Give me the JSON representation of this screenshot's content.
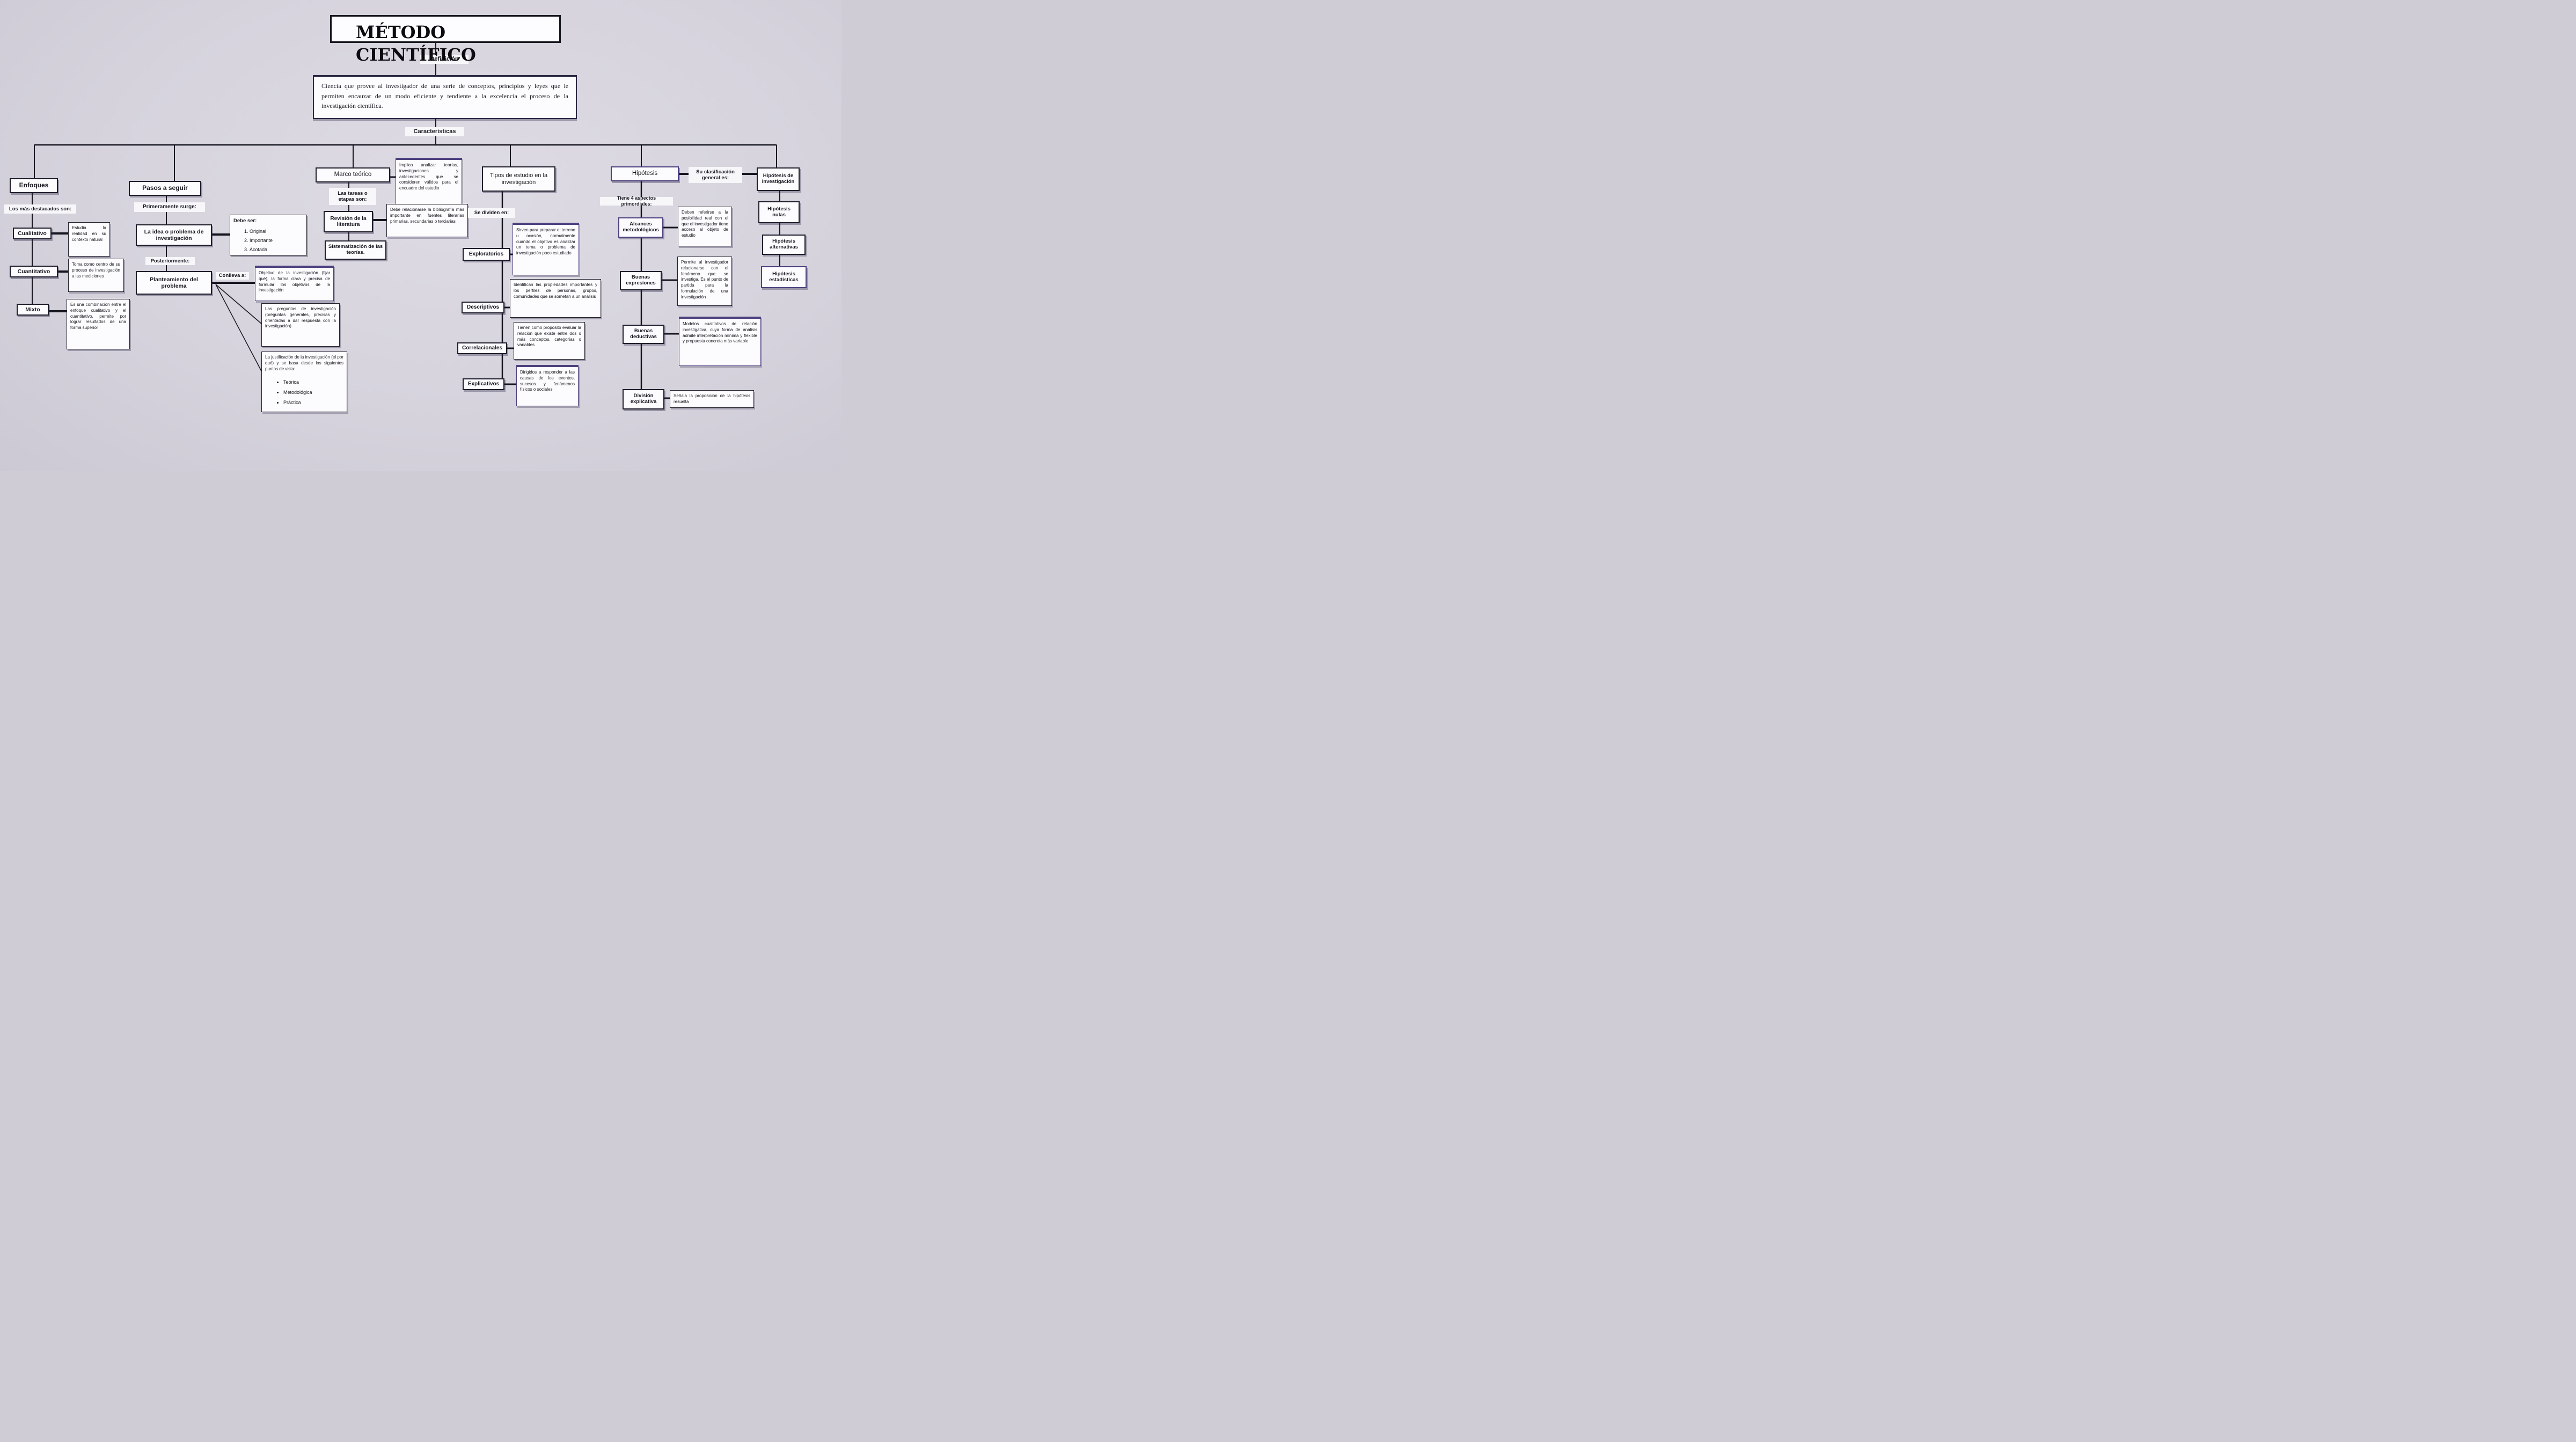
{
  "title": "MÉTODO CIENTÍFICO",
  "definicion": {
    "label": "Definición",
    "body": "Ciencia que provee al investigador de una serie de conceptos, principios y leyes que le permiten encauzar de un modo eficiente y tendiente a la excelencia el proceso de la investigación científica."
  },
  "caracteristicas_label": "Características",
  "enfoques": {
    "title": "Enfoques",
    "intro_label": "Los más destacados son:",
    "items": [
      {
        "label": "Cualitativo",
        "desc": "Estudia la realidad en su contexto natural"
      },
      {
        "label": "Cuantitativo",
        "desc": "Toma como centro de su proceso de investigación a las mediciones"
      },
      {
        "label": "Mixto",
        "desc": "Es una combinación entre el enfoque cualitativo y el cuantitativo, permite por lograr resultados de una forma superior"
      }
    ]
  },
  "pasos": {
    "title": "Pasos a seguir",
    "first_label": "Primeramente surge:",
    "idea_box": "La idea o problema de investigación",
    "debe_ser": {
      "intro": "Debe ser:",
      "items": [
        "Original",
        "Importante",
        "Acotada"
      ]
    },
    "later_label": "Posteriormente:",
    "planteamiento_box": "Planteamiento del problema",
    "conlleva_label": "Conlleva a:",
    "objetivo_box": "Objetivo de la investigación (fijar qué), la forma clara y precisa de formular los objetivos de la investigación",
    "preguntas_box": "Las preguntas de investigación (preguntas generales, precisas y orientadas a dar respuesta con la investigación)",
    "justificacion": {
      "text": "La justificación de la investigación (el por qué) y se basa desde los siguientes puntos de vista:",
      "bullets": [
        "Teórica",
        "Metodológica",
        "Práctica"
      ]
    }
  },
  "marco": {
    "title": "Marco teórico",
    "desc": "Implica analizar teorías, investigaciones y antecedentes que se consideren válidos para el encuadre del estudio",
    "etapas_label": "Las tareas o etapas son:",
    "revision_box": "Revisión de la literatura",
    "revision_desc": "Debe relacionarse la bibliografía más importante en fuentes literarias primarias, secundarias o terciarias",
    "sistematizacion_box": "Sistematización de las teorías."
  },
  "tipos": {
    "title": "Tipos de estudio en la investigación",
    "divide_label": "Se dividen en:",
    "items": [
      {
        "label": "Exploratorios",
        "desc": "Sirven para preparar el terreno u ocasión, normalmente cuando el objetivo es analizar un tema o problema de investigación poco estudiado"
      },
      {
        "label": "Descriptivos",
        "desc": "Identifican las propiedades importantes y los perfiles de personas, grupos, comunidades que se sometan a un análisis"
      },
      {
        "label": "Correlacionales",
        "desc": "Tienen como propósito evaluar la relación que existe entre dos o más conceptos, categorías o variables"
      },
      {
        "label": "Explicativos",
        "desc": "Dirigidos a responder a las causas de los eventos, sucesos y fenómenos físicos o sociales"
      }
    ]
  },
  "hipotesis": {
    "title": "Hipótesis",
    "clasificacion_label": "Su clasificación general es:",
    "clases": [
      "Hipótesis de investigación",
      "Hipótesis nulas",
      "Hipótesis alternativas",
      "Hipótesis estadísticas"
    ],
    "aspectos_label": "Tiene 4 aspectos primordiales:",
    "aspectos": [
      {
        "label": "Alcances metodológicos",
        "desc": "Deben referirse a la posibilidad real con el que el investigador tiene acceso al objeto de estudio"
      },
      {
        "label": "Buenas expresiones",
        "desc": "Permite al investigador relacionarse con el fenómeno que se investiga. Es el punto de partida para la formulación de una investigación"
      },
      {
        "label": "Buenas deductivas",
        "desc": "Modelos cualitativos de relación investigativa, cuya forma de análisis admite interpretación mínima y flexible y propuesta concreta más variable"
      },
      {
        "label": "División explicativa",
        "desc": "Señala la proposición de la hipótesis resuelta"
      }
    ]
  }
}
